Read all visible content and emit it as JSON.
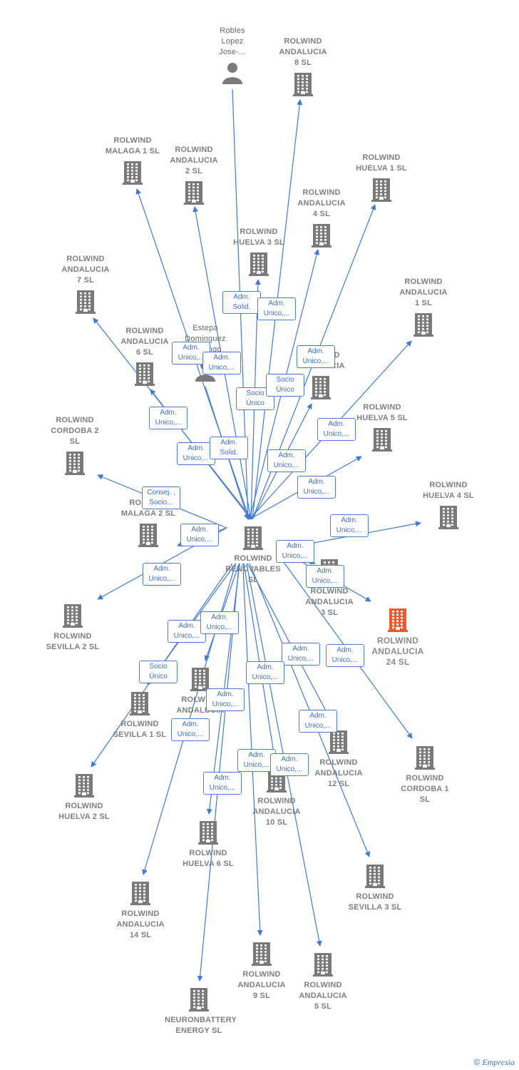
{
  "colors": {
    "edge": "#3f7ad6",
    "node": "#7a7a7a",
    "highlight": "#f05a28",
    "label_border": "#4a7fd4"
  },
  "center": {
    "id": "renovables",
    "label": "ROLWIND\nRENOVABLES\nSL"
  },
  "nodes": [
    {
      "id": "renovables",
      "label": "ROLWIND\nRENOVABLES\nSL",
      "icon": "building-icon"
    },
    {
      "id": "robles",
      "label": "Robles\nLopez\nJose-...",
      "icon": "person-icon"
    },
    {
      "id": "estepa",
      "label": "Estepa\nDominguez\nDomingo",
      "icon": "person-icon"
    },
    {
      "id": "and8",
      "label": "ROLWIND\nANDALUCIA\n8  SL",
      "icon": "building-icon"
    },
    {
      "id": "malaga1",
      "label": "ROLWIND\nMALAGA 1  SL",
      "icon": "building-icon"
    },
    {
      "id": "and2",
      "label": "ROLWIND\nANDALUCIA\n2  SL",
      "icon": "building-icon"
    },
    {
      "id": "huelva1",
      "label": "ROLWIND\nHUELVA 1  SL",
      "icon": "building-icon"
    },
    {
      "id": "and4",
      "label": "ROLWIND\nANDALUCIA\n4  SL",
      "icon": "building-icon"
    },
    {
      "id": "huelva3",
      "label": "ROLWIND\nHUELVA 3  SL",
      "icon": "building-icon"
    },
    {
      "id": "and7",
      "label": "ROLWIND\nANDALUCIA\n7  SL",
      "icon": "building-icon"
    },
    {
      "id": "and1",
      "label": "ROLWIND\nANDALUCIA\n1  SL",
      "icon": "building-icon"
    },
    {
      "id": "and6",
      "label": "ROLWIND\nANDALUCIA\n6  SL",
      "icon": "building-icon"
    },
    {
      "id": "andx",
      "label": "ROLWIND\nANDALUCIA",
      "icon": "building-icon"
    },
    {
      "id": "huelva5",
      "label": "ROLWIND\nHUELVA 5  SL",
      "icon": "building-icon"
    },
    {
      "id": "cordoba2",
      "label": "ROLWIND\nCORDOBA 2\nSL",
      "icon": "building-icon"
    },
    {
      "id": "huelva4",
      "label": "ROLWIND\nHUELVA 4  SL",
      "icon": "building-icon"
    },
    {
      "id": "malaga2",
      "label": "ROLWIND\nMALAGA 2  SL",
      "icon": "building-icon"
    },
    {
      "id": "and3",
      "label": "ROLWIND\nANDALUCIA\n3  SL",
      "icon": "building-icon"
    },
    {
      "id": "and24",
      "label": "ROLWIND\nANDALUCIA\n24  SL",
      "icon": "building-icon",
      "highlight": true
    },
    {
      "id": "sevilla2",
      "label": "ROLWIND\nSEVILLA 2  SL",
      "icon": "building-icon"
    },
    {
      "id": "andy",
      "label": "ROLWIND\nANDALUCIA",
      "icon": "building-icon"
    },
    {
      "id": "sevilla1",
      "label": "ROLWIND\nSEVILLA 1  SL",
      "icon": "building-icon"
    },
    {
      "id": "cordoba1",
      "label": "ROLWIND\nCORDOBA 1\nSL",
      "icon": "building-icon"
    },
    {
      "id": "and12",
      "label": "ROLWIND\nANDALUCIA\n12  SL",
      "icon": "building-icon"
    },
    {
      "id": "huelva2",
      "label": "ROLWIND\nHUELVA 2  SL",
      "icon": "building-icon"
    },
    {
      "id": "and10",
      "label": "ROLWIND\nANDALUCIA\n10  SL",
      "icon": "building-icon"
    },
    {
      "id": "huelva6",
      "label": "ROLWIND\nHUELVA 6  SL",
      "icon": "building-icon"
    },
    {
      "id": "sevilla3",
      "label": "ROLWIND\nSEVILLA 3  SL",
      "icon": "building-icon"
    },
    {
      "id": "and14",
      "label": "ROLWIND\nANDALUCIA\n14  SL",
      "icon": "building-icon"
    },
    {
      "id": "and9",
      "label": "ROLWIND\nANDALUCIA\n9  SL",
      "icon": "building-icon"
    },
    {
      "id": "and5",
      "label": "ROLWIND\nANDALUCIA\n5  SL",
      "icon": "building-icon"
    },
    {
      "id": "neuron",
      "label": "NEURONBATTERY\nENERGY  SL",
      "icon": "building-icon"
    }
  ],
  "edges": [
    {
      "from": "robles",
      "to": "renovables"
    },
    {
      "from": "estepa",
      "to": "renovables"
    },
    {
      "from": "renovables",
      "to": "and8"
    },
    {
      "from": "renovables",
      "to": "malaga1"
    },
    {
      "from": "renovables",
      "to": "and2"
    },
    {
      "from": "renovables",
      "to": "huelva1"
    },
    {
      "from": "renovables",
      "to": "and4"
    },
    {
      "from": "renovables",
      "to": "huelva3"
    },
    {
      "from": "renovables",
      "to": "and7"
    },
    {
      "from": "renovables",
      "to": "and1"
    },
    {
      "from": "renovables",
      "to": "and6"
    },
    {
      "from": "renovables",
      "to": "andx"
    },
    {
      "from": "renovables",
      "to": "huelva5"
    },
    {
      "from": "renovables",
      "to": "cordoba2"
    },
    {
      "from": "renovables",
      "to": "huelva4"
    },
    {
      "from": "renovables",
      "to": "malaga2"
    },
    {
      "from": "renovables",
      "to": "and3"
    },
    {
      "from": "renovables",
      "to": "and24"
    },
    {
      "from": "renovables",
      "to": "sevilla2"
    },
    {
      "from": "renovables",
      "to": "andy"
    },
    {
      "from": "renovables",
      "to": "sevilla1"
    },
    {
      "from": "renovables",
      "to": "cordoba1"
    },
    {
      "from": "renovables",
      "to": "and12"
    },
    {
      "from": "renovables",
      "to": "huelva2"
    },
    {
      "from": "renovables",
      "to": "and10"
    },
    {
      "from": "renovables",
      "to": "huelva6"
    },
    {
      "from": "renovables",
      "to": "sevilla3"
    },
    {
      "from": "renovables",
      "to": "and14"
    },
    {
      "from": "renovables",
      "to": "and9"
    },
    {
      "from": "renovables",
      "to": "and5"
    },
    {
      "from": "renovables",
      "to": "neuron"
    }
  ],
  "edge_labels": [
    "Adm.\nSolid.",
    "Adm.\nUnico,...",
    "Adm.\nUnico,...",
    "Adm.\nUnico,...",
    "Socio\nÚnico",
    "Adm.\nUnico,...",
    "Socio\nÚnico",
    "Adm.\nUnico,...",
    "Adm.\nUnico,...",
    "Adm.\nSolid.",
    "Adm.\nUnico,...",
    "Adm.\nUnico,...",
    "Adm.\nUnico,...",
    "Consej. ,\nSocio...",
    "Adm.\nUnico,...",
    "Adm.\nUnico,...",
    "Adm.\nUnico,...",
    "Adm.\nUnico,...",
    "Adm.\nUnico,...",
    "Adm.\nUnico,...",
    "Adm.\nUnico,...",
    "Adm.\nUnico,...",
    "Socio\nÚnico",
    "Adm.\nUnico,...",
    "Adm.\nUnico,...",
    "Adm.\nUnico,...",
    "Adm.\nUnico,...",
    "Adm.\nUnico,...",
    "Adm.\nUnico,...",
    "Adm.\nUnico,...",
    "Adm.\nUnico,..."
  ],
  "footer": {
    "copyright": "©",
    "brand": "Empresia"
  }
}
